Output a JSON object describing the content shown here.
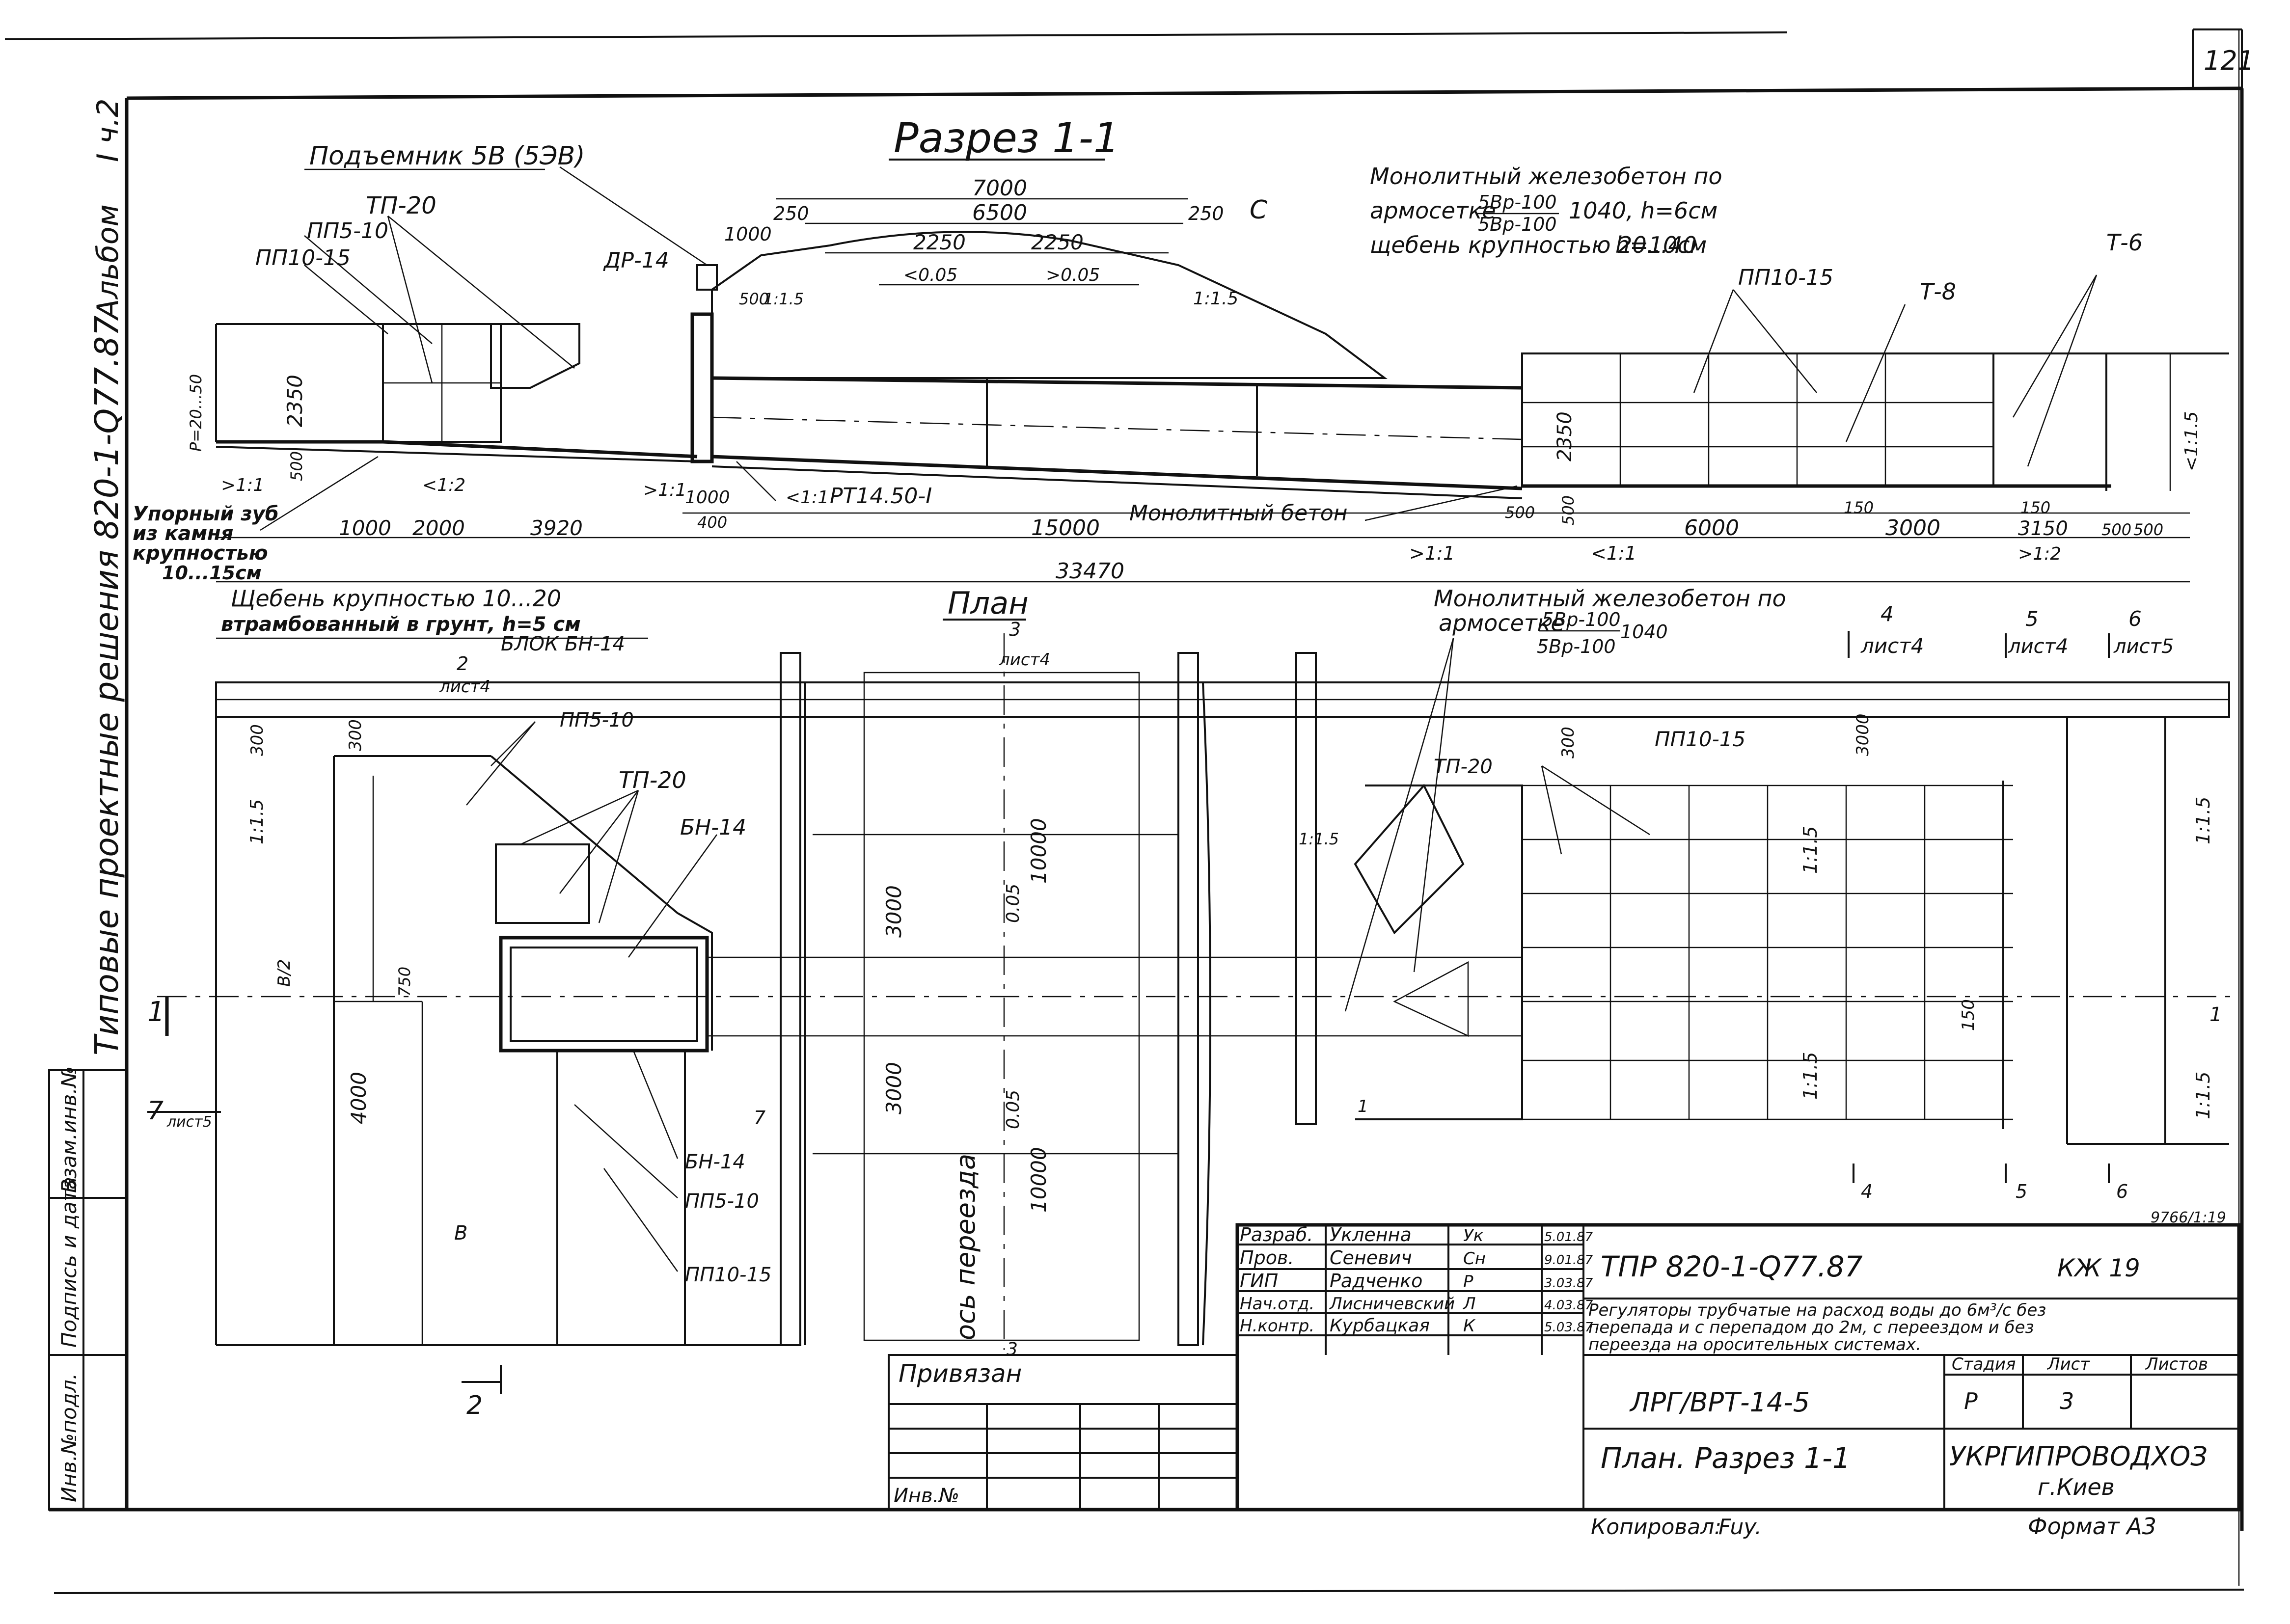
{
  "sheet": {
    "page_number": "121",
    "album_side": {
      "album": "Альбом",
      "part": "I ч.2"
    },
    "series_side": "Типовые проектные решения 820-1-Q77.87"
  },
  "section": {
    "title": "Разрез 1-1",
    "labels": {
      "podemnik": "Подъемник 5В (5ЭВ)",
      "tp20": "ТП-20",
      "pp510": "ПП5-10",
      "pp1015": "ПП10-15",
      "dr14": "ДР-14",
      "c": "С",
      "t8": "Т-8",
      "t6": "Т-6",
      "pp1015_right": "ПП10-15",
      "rt": "РТ14.50-I",
      "monolith": "Монолитный бетон",
      "upor1": "Упорный зуб",
      "upor2": "из камня",
      "upor3": "крупностью",
      "upor4": "10...15см",
      "sheben1": "Щебень крупностью 10...20",
      "sheben2": "втрамбованный в грунт, h=5 см",
      "blok": "БЛОК БН-14"
    },
    "note": {
      "line1": "Монолитный железобетон по",
      "line2a": "армосетке",
      "frac_num": "5Вр-100",
      "frac_den": "5Вр-100",
      "line2b": "1040, h=6см",
      "line3": "щебень крупностью 20...40",
      "line3b": "h=10см"
    },
    "dims": {
      "d7000": "7000",
      "d6500": "6500",
      "d250a": "250",
      "d250b": "250",
      "d1000top": "1000",
      "d2250a": "2250",
      "d2250b": "2250",
      "slope005a": "<0.05",
      "slope005b": ">0.05",
      "d500v": "500",
      "s115a": "1:1.5",
      "s115b": "1:1.5",
      "d2350": "2350",
      "p2050": "P=20...50",
      "d500l": "500",
      "s11": ">1:1",
      "s12": "<1:2",
      "d1000": "1000",
      "d2000": "2000",
      "d3920": "3920",
      "s11b": ">1:1",
      "d1000b": "1000",
      "d400": "400",
      "s11c": "<1:1",
      "d15000": "15000",
      "d33470": "33470",
      "d2350r": "2350",
      "d500r1": "500",
      "d500r2": "500",
      "s11d": ">1:1",
      "s11e": "<1:1",
      "d6000": "6000",
      "d150a": "150",
      "d3000": "3000",
      "d150b": "150",
      "d3150": "3150",
      "d500r3": "500",
      "d500r4": "500",
      "s12r": ">1:2",
      "s115r": "<1:1.5"
    }
  },
  "plan": {
    "title": "План",
    "note": {
      "line1": "Монолитный железобетон по",
      "line2": "армосетке",
      "frac_num": "5Вр-100",
      "frac_den": "5Вр-100",
      "tail": "1040"
    },
    "labels": {
      "pp510": "ПП5-10",
      "tp20": "ТП-20",
      "bn14": "БН-14",
      "bn14b": "БН-14",
      "pp510b": "ПП5-10",
      "pp1015b": "ПП10-15",
      "tp20r": "ТП-20",
      "pp1015r": "ПП10-15",
      "axis": "ось переезда"
    },
    "dims": {
      "d300a": "300",
      "d300b": "300",
      "d300r": "300",
      "d3000r": "3000",
      "s115l": "1:1.5",
      "b2": "B/2",
      "d750": "750",
      "d4000": "4000",
      "b": "B",
      "d3000a": "3000",
      "d3000b": "3000",
      "p005a": "0.05",
      "p005b": "0.05",
      "d10000a": "10000",
      "d10000b": "10000",
      "s115m": "1:1.5",
      "s115c1": "1:1.5",
      "s115c2": "1:1.5",
      "d150": "150",
      "s115ra": "1:1.5",
      "s115rb": "1:1.5",
      "one": "1",
      "seven": "7"
    },
    "marks": {
      "m2": "2",
      "m2sheet": "лист4",
      "m3": "3",
      "m3sheet": "лист4",
      "m3b": "3",
      "m4": "4",
      "m4sheet": "лист4",
      "m5": "5",
      "m5sheet": "лист4",
      "m6": "6",
      "m6sheet": "лист5",
      "m7": "7",
      "m7sheet": "лист5",
      "m1": "1",
      "m2b": "2",
      "m4b": "4",
      "m5b": "5",
      "m6b": "6",
      "m1r": "1"
    },
    "ref": "9766/1:19"
  },
  "stamp": {
    "side_labels": [
      "Инв.№подл.",
      "Подпись и дата",
      "Взам.инв.№"
    ],
    "privyazan": "Привязан",
    "inv": "Инв.№",
    "roles": [
      {
        "role": "Разраб.",
        "name": "Укленна",
        "sign": "Ук",
        "date": "5.01.87"
      },
      {
        "role": "Пров.",
        "name": "Сеневич",
        "sign": "Сн",
        "date": "9.01.87"
      },
      {
        "role": "ГИП",
        "name": "Радченко",
        "sign": "Р",
        "date": "3.03.87"
      },
      {
        "role": "Нач.отд.",
        "name": "Лисничевский",
        "sign": "Л",
        "date": "4.03.87"
      },
      {
        "role": "Н.контр.",
        "name": "Курбацкая",
        "sign": "К",
        "date": "5.03.87"
      }
    ],
    "doc_code": "ТПР 820-1-Q77.87",
    "sheet_code": "КЖ 19",
    "description1": "Регуляторы трубчатые на расход воды до 6м³/с без",
    "description2": "перепада и с перепадом до 2м, с переездом и без",
    "description3": "переезда на оросительных системах.",
    "object": "ЛРГ/ВРТ-14-5",
    "sheet_title": "План. Разрез 1-1",
    "stadia_label": "Стадия",
    "list_label": "Лист",
    "listov_label": "Листов",
    "stadia": "Р",
    "list": "3",
    "org1": "УКРГИПРОВОДХОЗ",
    "org2": "г.Киев",
    "copied": "Копировал:",
    "copied_sign": "Fuy.",
    "format": "Формат А3"
  }
}
